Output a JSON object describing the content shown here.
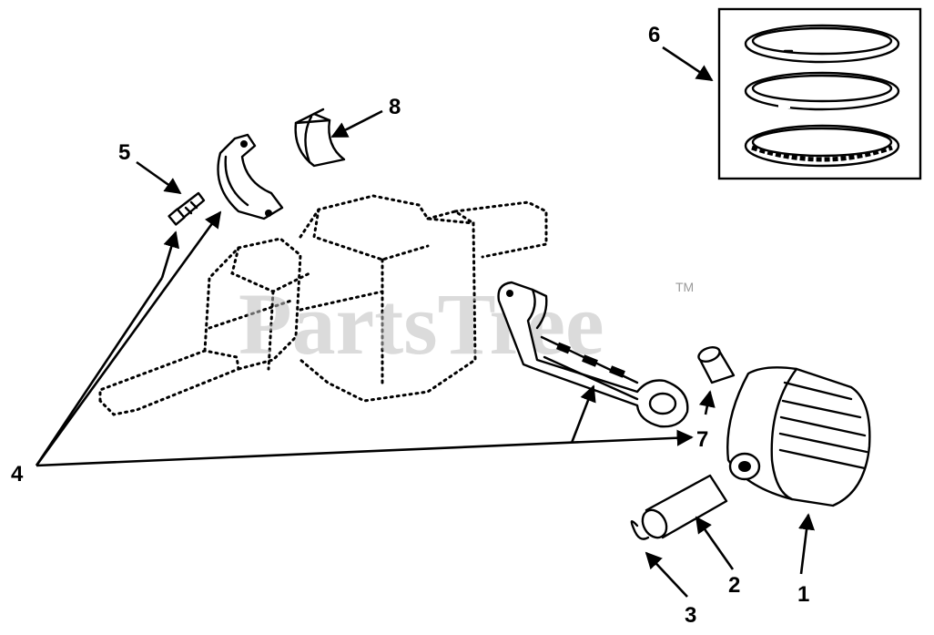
{
  "watermark": {
    "text": "PartsTree",
    "trademark": "TM"
  },
  "callouts": {
    "piston": "1",
    "piston_pin": "2",
    "retainer_ring": "3",
    "connecting_rod_assembly": "4",
    "rod_bolt": "5",
    "piston_ring_set": "6",
    "pin_bushing": "7",
    "bearing_insert": "8"
  },
  "colors": {
    "ink": "#000000",
    "watermark": "#bdbdbd",
    "background": "#ffffff"
  }
}
